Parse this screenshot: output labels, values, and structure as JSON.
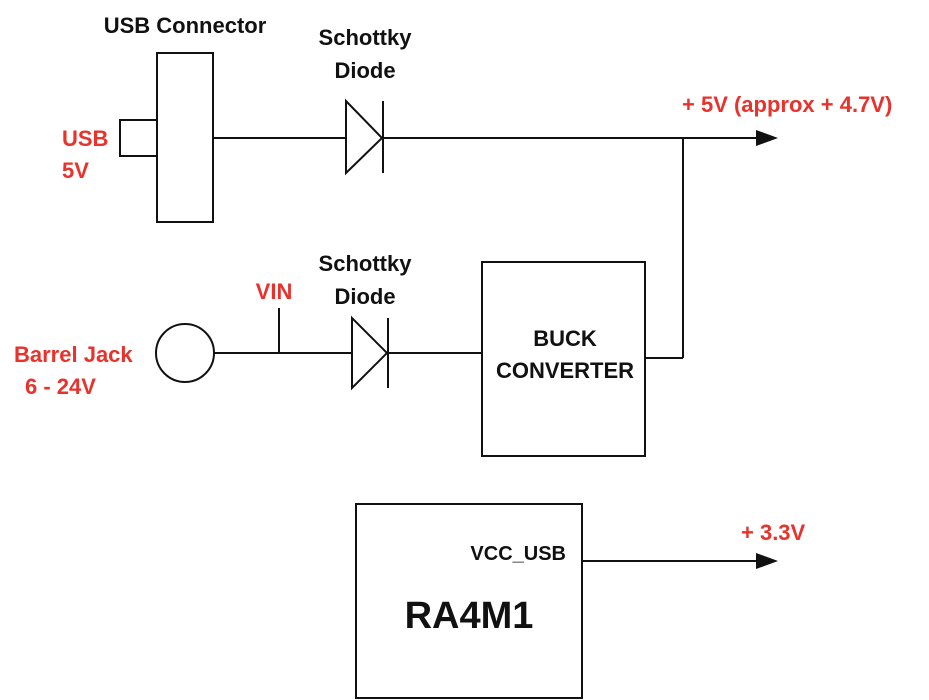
{
  "labels": {
    "usb_connector": "USB Connector",
    "usb_5v_line1": "USB",
    "usb_5v_line2": "5V",
    "schottky_top_line1": "Schottky",
    "schottky_top_line2": "Diode",
    "output_5v": "+ 5V (approx + 4.7V)",
    "vin": "VIN",
    "barrel_line1": "Barrel Jack",
    "barrel_line2": "6 - 24V",
    "schottky_bottom_line1": "Schottky",
    "schottky_bottom_line2": "Diode",
    "buck_line1": "BUCK",
    "buck_line2": "CONVERTER",
    "vcc_usb": "VCC_USB",
    "ra4m1": "RA4M1",
    "output_3v3": "+ 3.3V"
  },
  "colors": {
    "label_red": "#e8322c",
    "line": "#111111"
  }
}
